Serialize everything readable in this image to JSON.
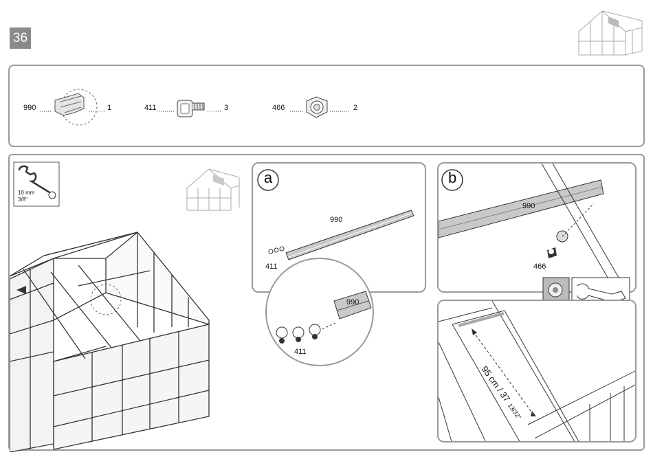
{
  "step": {
    "number": "36"
  },
  "parts": [
    {
      "code": "990",
      "qty": "1",
      "icon": "profile-part-icon"
    },
    {
      "code": "411",
      "qty": "3",
      "icon": "bolt-icon"
    },
    {
      "code": "466",
      "qty": "2",
      "icon": "nut-icon"
    }
  ],
  "tool": {
    "size_mm": "10 mm",
    "size_in": "3/8\"",
    "icon": "wrench-icon"
  },
  "inset_a": {
    "letter": "a",
    "part_profile": "990",
    "part_bolt": "411",
    "zoom_profile": "990",
    "zoom_bolt": "411"
  },
  "inset_b": {
    "letter": "b",
    "part_profile": "990",
    "part_nut": "466"
  },
  "inset_c": {
    "dim_cm": "95 cm / 37",
    "dim_frac": "13/32\""
  },
  "colors": {
    "border": "#9a9a9a",
    "badge": "#8a8a8a",
    "profile": "#c9c9c9"
  }
}
